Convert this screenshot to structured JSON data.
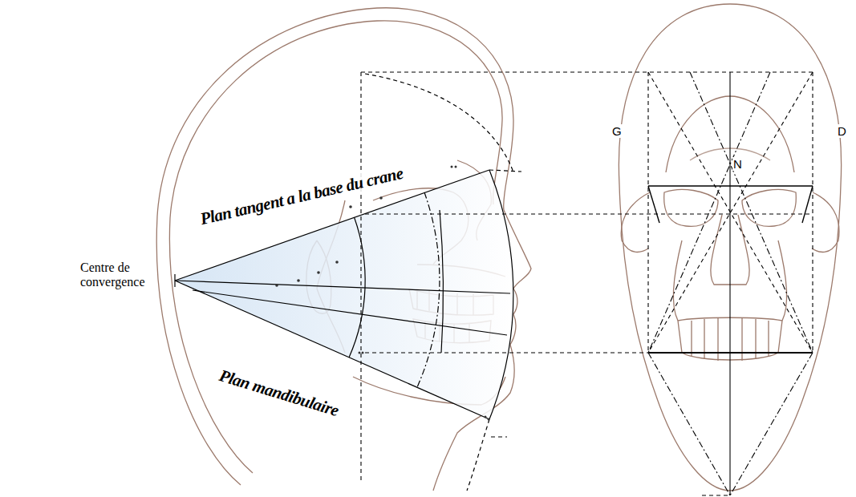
{
  "diagram": {
    "labels": [
      "Plan tangent a la base du crane",
      "Plan mandibulaire",
      "Centre de convergence",
      "G",
      "D",
      "N"
    ]
  }
}
